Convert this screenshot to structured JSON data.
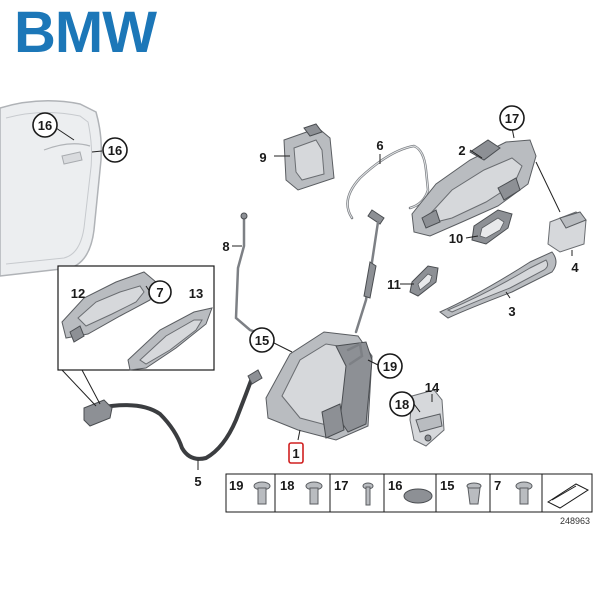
{
  "brand": {
    "text": "BMW",
    "color": "#1c77b8"
  },
  "callouts": {
    "c1": "1",
    "c2": "2",
    "c3": "3",
    "c4": "4",
    "c5": "5",
    "c6": "6",
    "c7": "7",
    "c8": "8",
    "c9": "9",
    "c10": "10",
    "c11": "11",
    "c12": "12",
    "c13": "13",
    "c14": "14",
    "c15": "15",
    "c16a": "16",
    "c16b": "16",
    "c17": "17",
    "c18": "18",
    "c19": "19"
  },
  "legend": {
    "items": [
      {
        "label": "19",
        "icon": "torx-screw-icon"
      },
      {
        "label": "18",
        "icon": "hex-bolt-icon"
      },
      {
        "label": "17",
        "icon": "pin-screw-icon"
      },
      {
        "label": "16",
        "icon": "rubber-plug-icon"
      },
      {
        "label": "15",
        "icon": "expanding-rivet-icon"
      },
      {
        "label": "7",
        "icon": "flange-screw-icon"
      }
    ],
    "last_icon": "mounting-tool-icon"
  },
  "diagram_number": "248963",
  "highlight_color": "#d02020"
}
